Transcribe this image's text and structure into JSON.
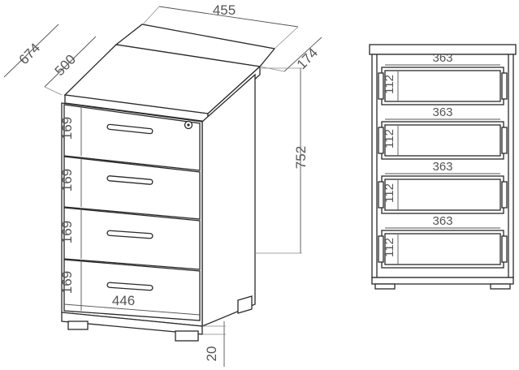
{
  "overall": {
    "width": "455",
    "depth_total": "674",
    "depth_top": "500",
    "top_offset": "174",
    "height": "752",
    "plinth": "20",
    "drawer_front_width": "446"
  },
  "drawer_heights": [
    "169",
    "169",
    "169",
    "169"
  ],
  "front_view": {
    "drawer_inner_widths": [
      "363",
      "363",
      "363",
      "363"
    ],
    "drawer_inner_heights": [
      "112",
      "112",
      "112",
      "112"
    ]
  }
}
